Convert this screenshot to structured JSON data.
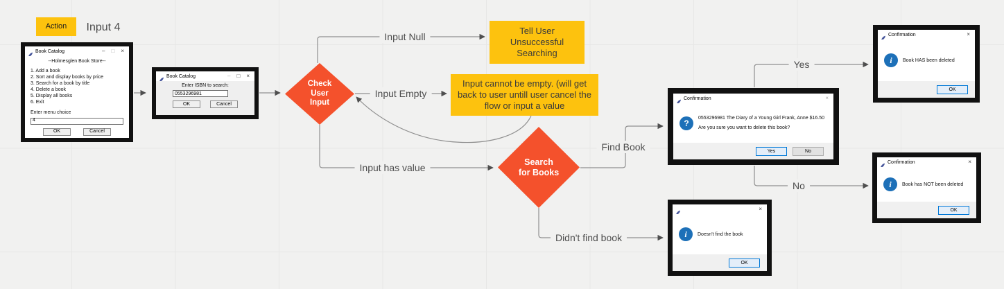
{
  "colors": {
    "canvas_bg": "#f1f1f0",
    "grid_line": "#e7e7e6",
    "accent_yellow": "#fdc20e",
    "accent_orange": "#f4512c",
    "info_blue": "#1d70b8",
    "focus_blue": "#0078d7"
  },
  "header": {
    "action_label": "Action",
    "flow_title": "Input 4"
  },
  "icons": {
    "minimize": "–",
    "maximize": "□",
    "close": "×",
    "question": "?",
    "info": "i"
  },
  "flow": {
    "check_input_label": "Check User Input",
    "search_books_label": "Search for Books",
    "tell_user_note": "Tell User Unsuccessful Searching",
    "empty_note": "Input cannot be empty. (will get back to user untill user cancel the flow or input a value",
    "edge_labels": {
      "input_null": "Input Null",
      "input_empty": "Input Empty",
      "input_has_value": "Input has value",
      "find_book": "Find Book",
      "didnt_find_book": "Didn't find book",
      "yes": "Yes",
      "no": "No"
    }
  },
  "windows": {
    "menu": {
      "title": "Book Catalog",
      "store_header": "--Holmesglen Book Store--",
      "items": [
        "1. Add a book",
        "2. Sort and display books by price",
        "3. Search for a book by title",
        "4. Delete a book",
        "5. Display all books",
        "6. Exit"
      ],
      "prompt": "Enter menu choice",
      "input_value": "4",
      "ok_label": "OK",
      "cancel_label": "Cancel"
    },
    "isbn": {
      "title": "Book Catalog",
      "prompt": "Enter ISBN to search:",
      "input_value": "0553296981",
      "ok_label": "OK",
      "cancel_label": "Cancel"
    },
    "confirm_delete": {
      "title": "Confirmation",
      "book_line": "0553296981 The Diary of a Young Girl Frank, Anne $16.50",
      "question": "Are you sure you want to delete this book?",
      "yes_label": "Yes",
      "no_label": "No"
    },
    "deleted": {
      "title": "Confirmation",
      "message": "Book HAS been deleted",
      "ok_label": "OK"
    },
    "not_deleted": {
      "title": "Confirmation",
      "message": "Book has NOT been deleted",
      "ok_label": "OK"
    },
    "not_found": {
      "title": "",
      "message": "Doesn't find the book",
      "ok_label": "OK"
    }
  }
}
